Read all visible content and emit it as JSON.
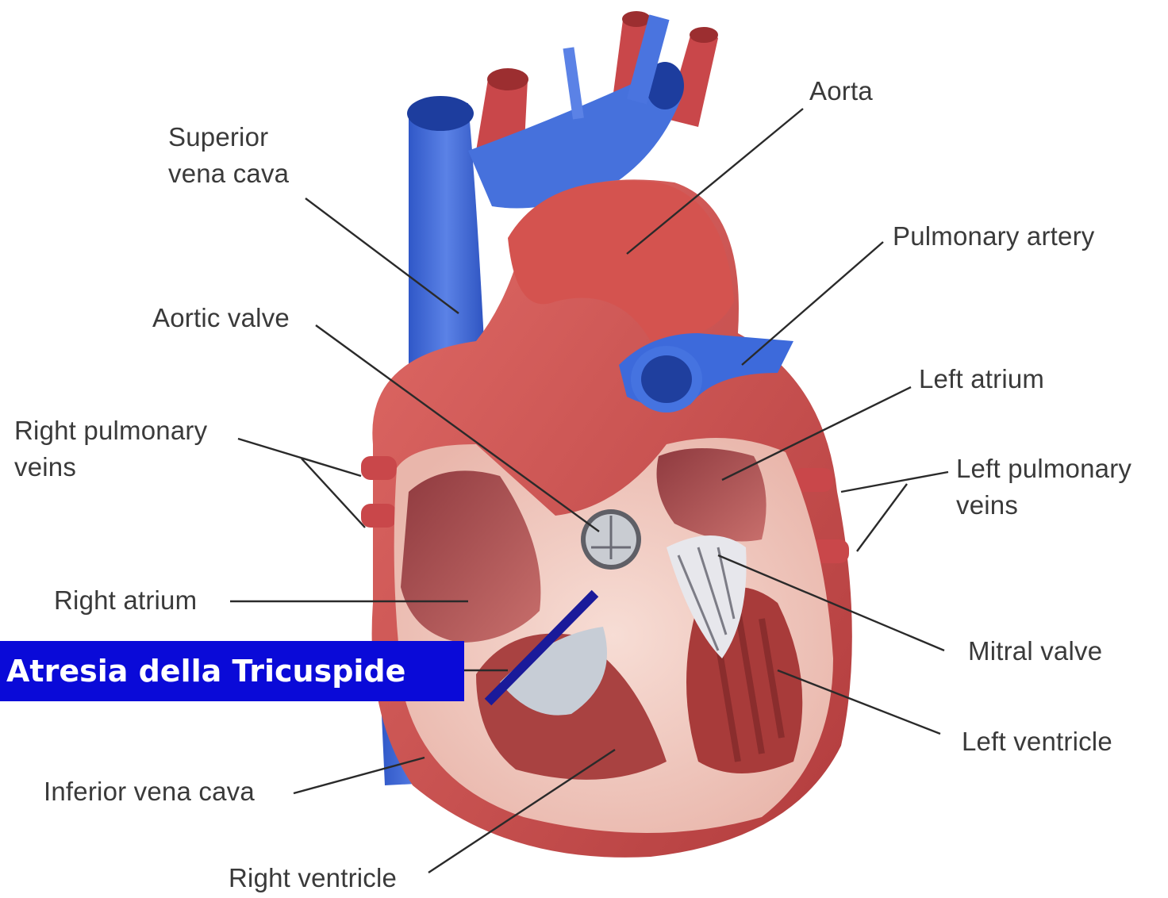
{
  "diagram": {
    "labels": {
      "superior_vena_cava": "Superior\nvena cava",
      "aorta": "Aorta",
      "pulmonary_artery": "Pulmonary artery",
      "aortic_valve": "Aortic valve",
      "left_atrium": "Left atrium",
      "right_pulmonary_veins": "Right pulmonary\nveins",
      "left_pulmonary_veins": "Left pulmonary\nveins",
      "right_atrium": "Right atrium",
      "mitral_valve": "Mitral valve",
      "left_ventricle": "Left ventricle",
      "inferior_vena_cava": "Inferior vena cava",
      "right_ventricle": "Right ventricle"
    },
    "callout": {
      "text": "Atresia della Tricuspide",
      "background": "#0a0ad8",
      "text_color": "#ffffff"
    },
    "colors": {
      "arterial_red": "#c9474a",
      "venous_blue": "#3c66d4",
      "interior_pink": "#f2cfc6",
      "muscle_red": "#a83b3a",
      "valve_gray": "#c9ccd2",
      "callout_bar": "#1a1a9a"
    }
  }
}
